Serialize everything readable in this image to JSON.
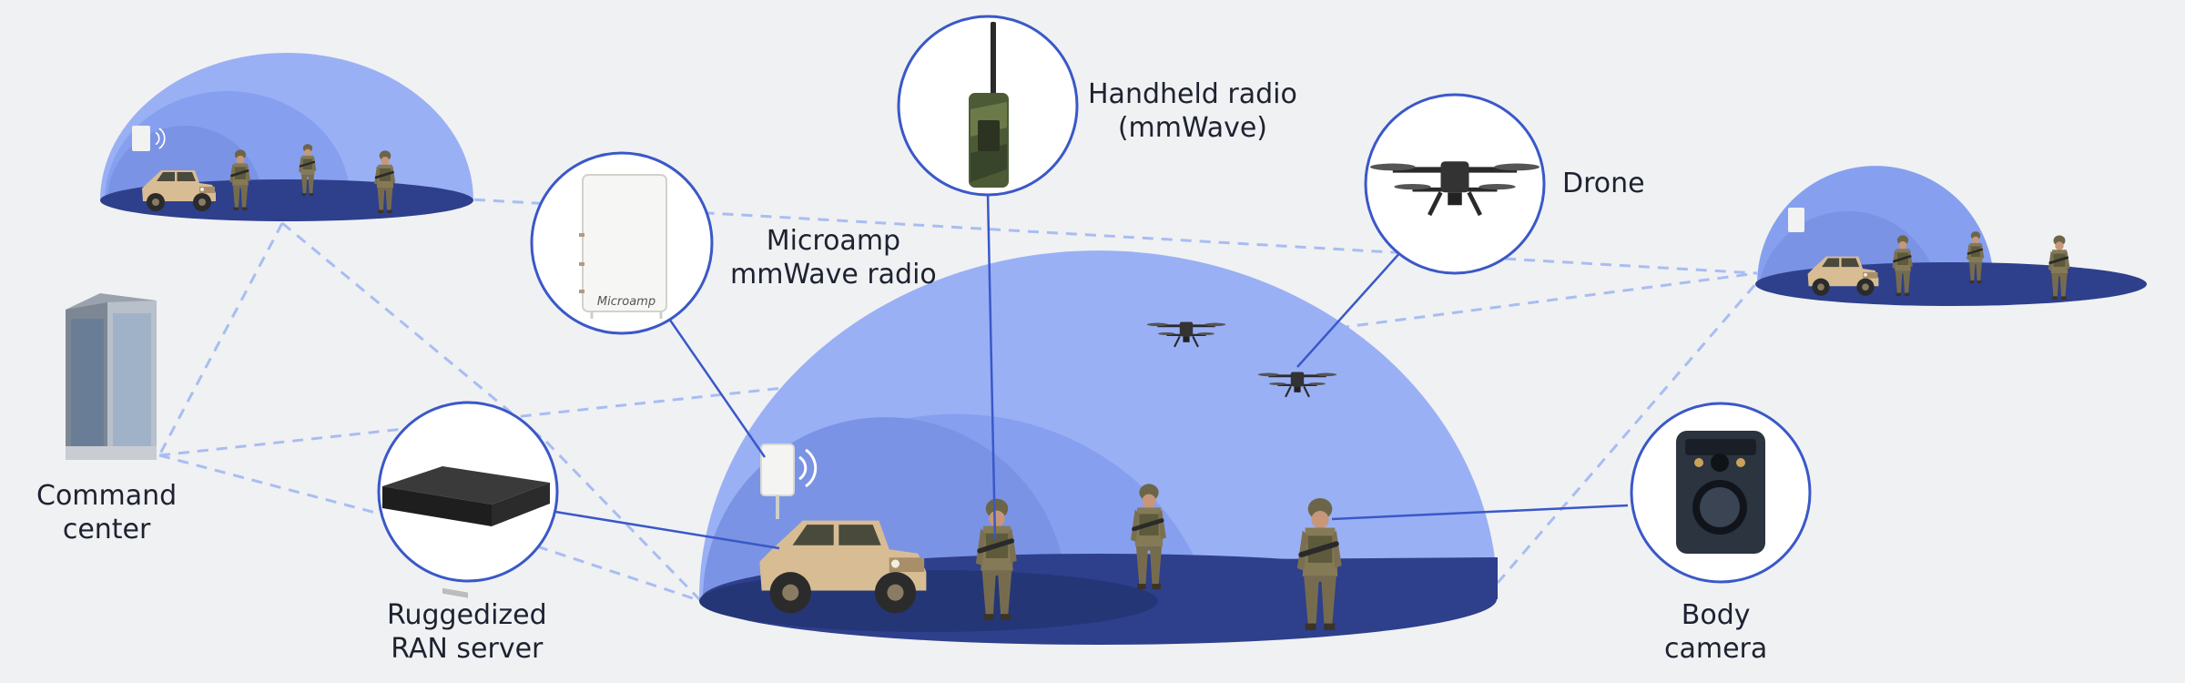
{
  "colors": {
    "background": "#f0f1f3",
    "dome_outer": "#9ab0f5",
    "dome_middle": "#86a0ef",
    "dome_inner": "#7a93e4",
    "dome_floor": "#2e3f8c",
    "link_solid": "#3a58c8",
    "link_dashed": "#a8bdf2",
    "callout_ring": "#3a58c8"
  },
  "labels": {
    "handheld_radio": [
      "Handheld radio",
      "(mmWave)"
    ],
    "microamp_radio": [
      "Microamp",
      "mmWave radio"
    ],
    "drone": [
      "Drone"
    ],
    "command_center": [
      "Command",
      "center"
    ],
    "ran_server": [
      "Ruggedized",
      "RAN server"
    ],
    "body_camera": [
      "Body",
      "camera"
    ],
    "radio_brand": "Microamp"
  },
  "icons": [
    "network-coverage-dome-icon",
    "humvee-icon",
    "soldier-icon",
    "drone-icon",
    "building-icon",
    "rack-server-icon",
    "handheld-radio-icon",
    "radio-unit-icon",
    "body-camera-icon",
    "wireless-signal-icon"
  ]
}
